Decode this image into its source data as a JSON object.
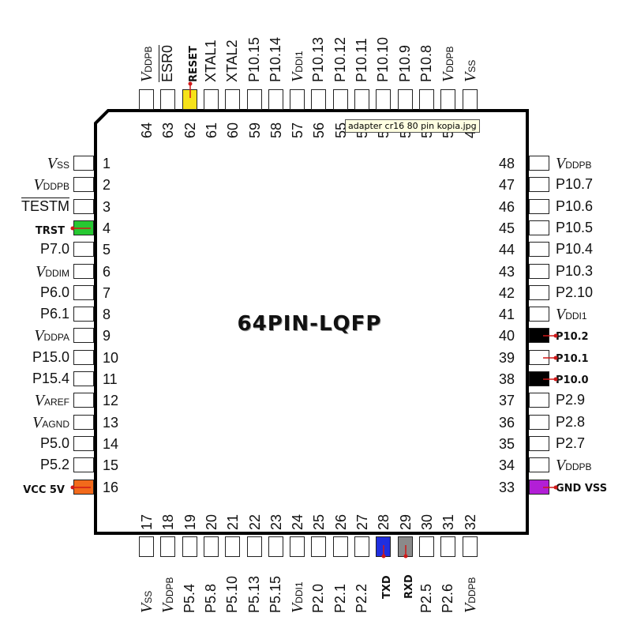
{
  "chip": {
    "title": "64PIN-LQFP"
  },
  "tooltip": {
    "text": "adapter cr16 80 pin kopia.jpg"
  },
  "pins": {
    "left": [
      {
        "num": "1",
        "v": true,
        "name": "V",
        "sub": "SS"
      },
      {
        "num": "2",
        "v": true,
        "name": "V",
        "sub": "DDPB"
      },
      {
        "num": "3",
        "name": "TESTM",
        "overline": true
      },
      {
        "num": "4",
        "name": "TRST",
        "callout": true,
        "color": "#27c832"
      },
      {
        "num": "5",
        "name": "P7.0"
      },
      {
        "num": "6",
        "v": true,
        "name": "V",
        "sub": "DDIM"
      },
      {
        "num": "7",
        "name": "P6.0"
      },
      {
        "num": "8",
        "name": "P6.1"
      },
      {
        "num": "9",
        "v": true,
        "name": "V",
        "sub": "DDPA"
      },
      {
        "num": "10",
        "name": "P15.0"
      },
      {
        "num": "11",
        "name": "P15.4"
      },
      {
        "num": "12",
        "v": true,
        "name": "V",
        "sub": "AREF"
      },
      {
        "num": "13",
        "v": true,
        "name": "V",
        "sub": "AGND"
      },
      {
        "num": "14",
        "name": "P5.0"
      },
      {
        "num": "15",
        "name": "P5.2"
      },
      {
        "num": "16",
        "name": "VCC 5V",
        "callout": true,
        "color": "#f26a1b"
      }
    ],
    "right": [
      {
        "num": "48",
        "v": true,
        "name": "V",
        "sub": "DDPB"
      },
      {
        "num": "47",
        "name": "P10.7"
      },
      {
        "num": "46",
        "name": "P10.6"
      },
      {
        "num": "45",
        "name": "P10.5"
      },
      {
        "num": "44",
        "name": "P10.4"
      },
      {
        "num": "43",
        "name": "P10.3"
      },
      {
        "num": "42",
        "name": "P2.10"
      },
      {
        "num": "41",
        "v": true,
        "name": "V",
        "sub": "DDI1"
      },
      {
        "num": "40",
        "name": "P10.2",
        "callout": true,
        "color": "#000000"
      },
      {
        "num": "39",
        "name": "P10.1",
        "callout": true,
        "color": "#ffffff"
      },
      {
        "num": "38",
        "name": "P10.0",
        "callout": true,
        "color": "#000000"
      },
      {
        "num": "37",
        "name": "P2.9"
      },
      {
        "num": "36",
        "name": "P2.8"
      },
      {
        "num": "35",
        "name": "P2.7"
      },
      {
        "num": "34",
        "v": true,
        "name": "V",
        "sub": "DDPB"
      },
      {
        "num": "33",
        "name": "GND VSS",
        "callout": true,
        "color": "#b21fd6"
      }
    ],
    "top": [
      {
        "num": "64",
        "v": true,
        "name": "V",
        "sub": "DDPB"
      },
      {
        "num": "63",
        "name": "ESR0",
        "overline": true
      },
      {
        "num": "62",
        "name": "RESET",
        "callout": true,
        "color": "#f6e21a"
      },
      {
        "num": "61",
        "name": "XTAL1"
      },
      {
        "num": "60",
        "name": "XTAL2"
      },
      {
        "num": "59",
        "name": "P10.15"
      },
      {
        "num": "58",
        "name": "P10.14"
      },
      {
        "num": "57",
        "v": true,
        "name": "V",
        "sub": "DDI1"
      },
      {
        "num": "56",
        "name": "P10.13"
      },
      {
        "num": "55",
        "name": "P10.12"
      },
      {
        "num": "54",
        "name": "P10.11"
      },
      {
        "num": "53",
        "name": "P10.10"
      },
      {
        "num": "52",
        "name": "P10.9"
      },
      {
        "num": "51",
        "name": "P10.8"
      },
      {
        "num": "50",
        "v": true,
        "name": "V",
        "sub": "DDPB"
      },
      {
        "num": "49",
        "v": true,
        "name": "V",
        "sub": "SS"
      }
    ],
    "bottom": [
      {
        "num": "17",
        "v": true,
        "name": "V",
        "sub": "SS"
      },
      {
        "num": "18",
        "v": true,
        "name": "V",
        "sub": "DDPB"
      },
      {
        "num": "19",
        "name": "P5.4"
      },
      {
        "num": "20",
        "name": "P5.8"
      },
      {
        "num": "21",
        "name": "P5.10"
      },
      {
        "num": "22",
        "name": "P5.13"
      },
      {
        "num": "23",
        "name": "P5.15"
      },
      {
        "num": "24",
        "v": true,
        "name": "V",
        "sub": "DDI1"
      },
      {
        "num": "25",
        "name": "P2.0"
      },
      {
        "num": "26",
        "name": "P2.1"
      },
      {
        "num": "27",
        "name": "P2.2"
      },
      {
        "num": "28",
        "name": "TXD",
        "callout": true,
        "color": "#1f2fe0"
      },
      {
        "num": "29",
        "name": "RXD",
        "callout": true,
        "color": "#8a8a8a"
      },
      {
        "num": "30",
        "name": "P2.5"
      },
      {
        "num": "31",
        "name": "P2.6"
      },
      {
        "num": "32",
        "v": true,
        "name": "V",
        "sub": "DDPB"
      }
    ]
  },
  "colors": {
    "chip_fill": "#ffffff",
    "chip_stroke": "#000000",
    "callout_line": "#d01818"
  }
}
